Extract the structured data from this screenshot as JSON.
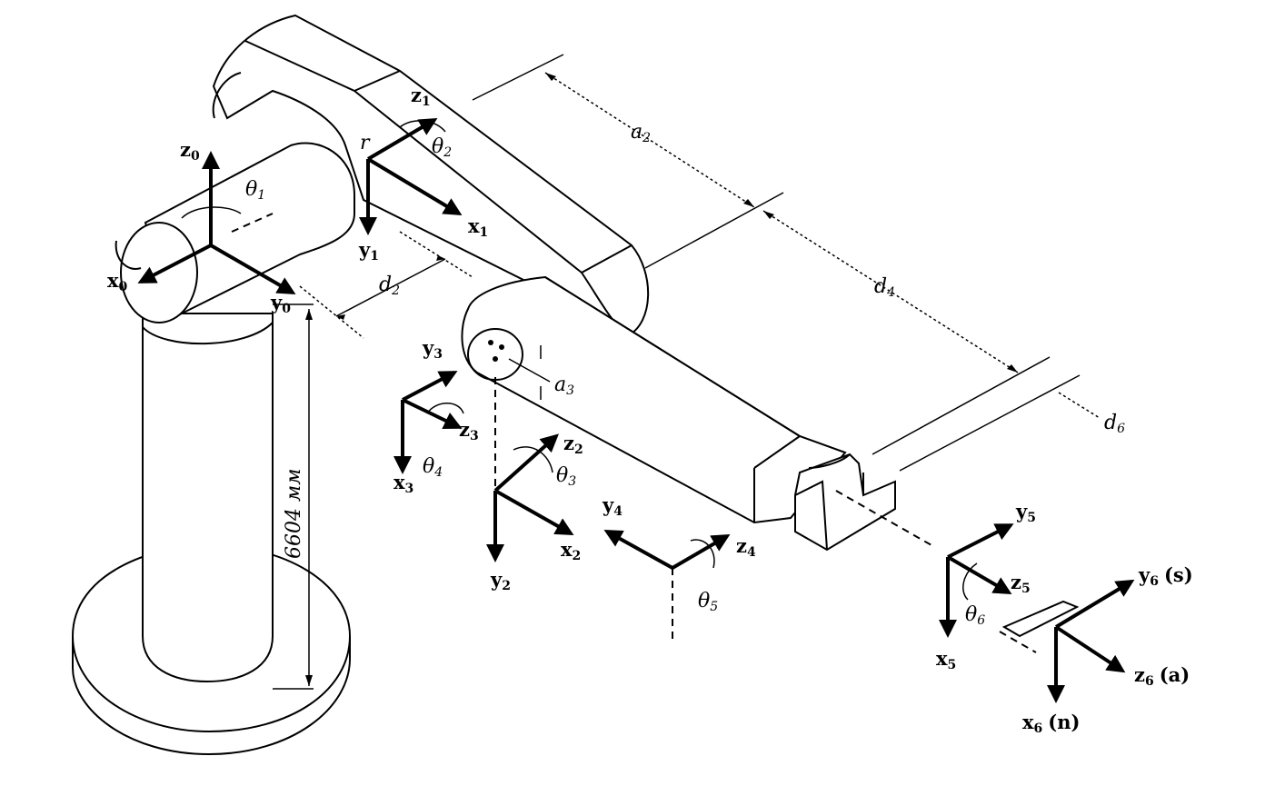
{
  "diagram": {
    "frames": [
      {
        "id": "f0",
        "x_label": "x",
        "x_sub": "0",
        "y_label": "y",
        "y_sub": "0",
        "z_label": "z",
        "z_sub": "0",
        "angle": "θ",
        "angle_sub": "1"
      },
      {
        "id": "f1",
        "x_label": "x",
        "x_sub": "1",
        "y_label": "y",
        "y_sub": "1",
        "z_label": "z",
        "z_sub": "1",
        "angle": "θ",
        "angle_sub": "2"
      },
      {
        "id": "f2",
        "x_label": "x",
        "x_sub": "2",
        "y_label": "y",
        "y_sub": "2",
        "z_label": "z",
        "z_sub": "2",
        "angle": "θ",
        "angle_sub": "3"
      },
      {
        "id": "f3",
        "x_label": "x",
        "x_sub": "3",
        "y_label": "y",
        "y_sub": "3",
        "z_label": "z",
        "z_sub": "3",
        "angle": "θ",
        "angle_sub": "4"
      },
      {
        "id": "f4",
        "y_label": "y",
        "y_sub": "4",
        "z_label": "z",
        "z_sub": "4",
        "angle": "θ",
        "angle_sub": "5"
      },
      {
        "id": "f5",
        "x_label": "x",
        "x_sub": "5",
        "y_label": "y",
        "y_sub": "5",
        "z_label": "z",
        "z_sub": "5",
        "angle": "θ",
        "angle_sub": "6"
      },
      {
        "id": "f6",
        "x_label": "x",
        "x_sub": "6",
        "x_note": "(n)",
        "y_label": "y",
        "y_sub": "6",
        "y_note": "(s)",
        "z_label": "z",
        "z_sub": "6",
        "z_note": "(a)"
      }
    ],
    "dimensions": {
      "a2": {
        "label": "a",
        "sub": "2"
      },
      "d2": {
        "label": "d",
        "sub": "2"
      },
      "a3": {
        "label": "a",
        "sub": "3"
      },
      "d4": {
        "label": "d",
        "sub": "4"
      },
      "d6": {
        "label": "d",
        "sub": "6"
      },
      "height": "6604 мм"
    },
    "marks": {
      "r": "r"
    }
  }
}
